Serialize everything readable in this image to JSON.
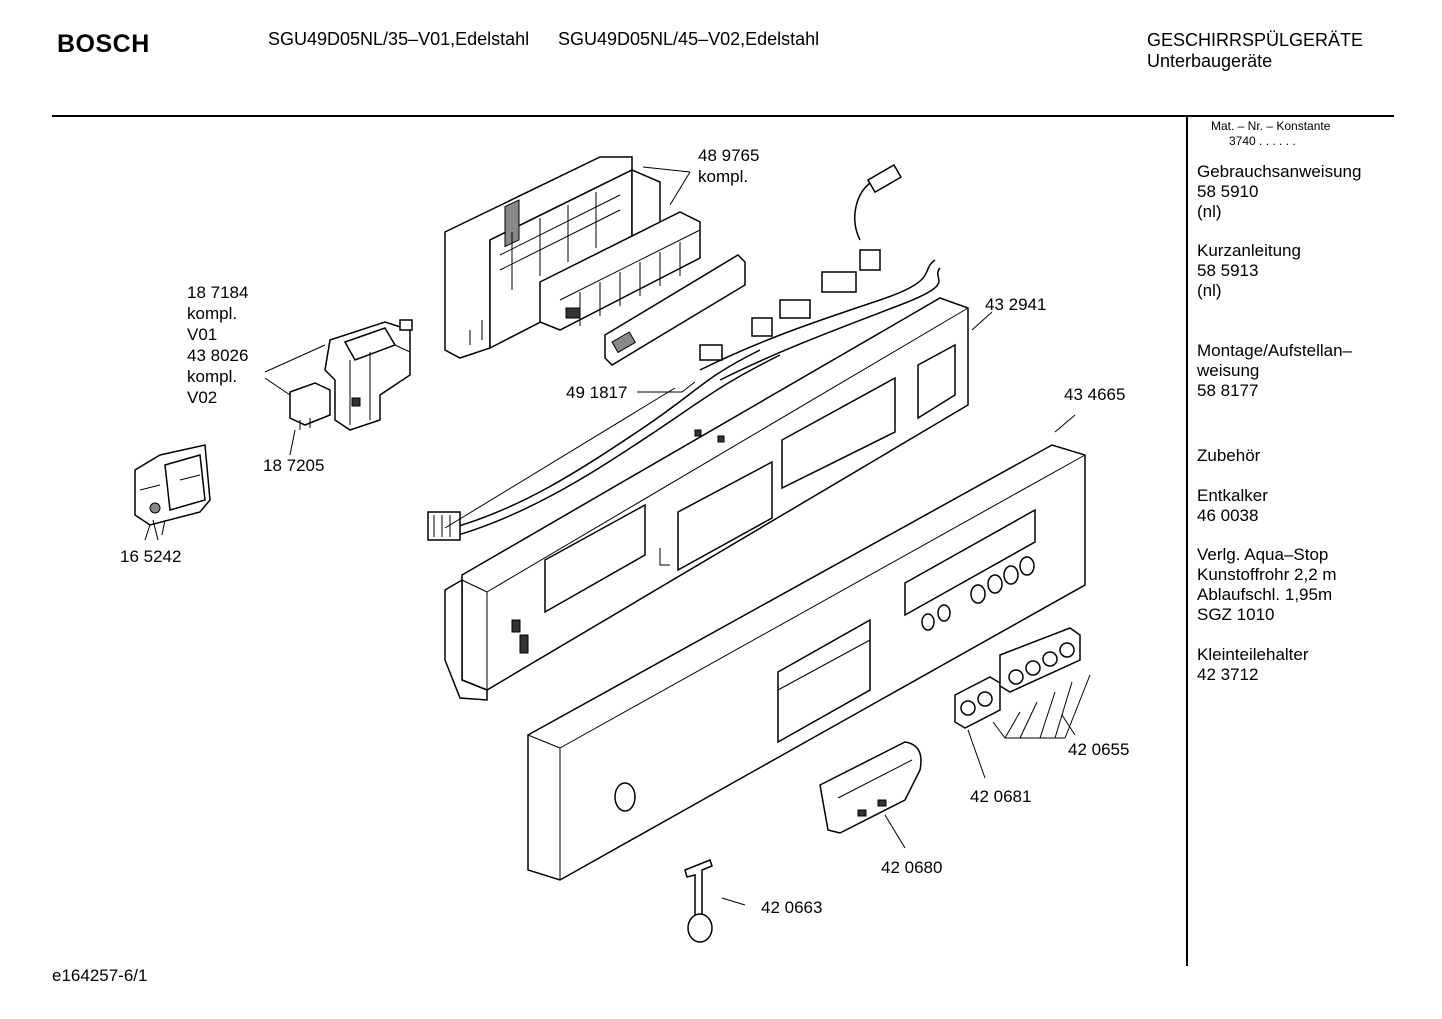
{
  "header": {
    "brand": "BOSCH",
    "model_1": "SGU49D05NL/35–V01,Edelstahl",
    "model_2": "SGU49D05NL/45–V02,Edelstahl",
    "category": "GESCHIRRSPÜLGERÄTE",
    "subcategory": "Unterbaugeräte"
  },
  "sidebar": {
    "mat_header": "Mat. – Nr. – Konstante",
    "mat_value": "3740  .  .  .  .  .  .",
    "groups": [
      {
        "lines": [
          "Gebrauchsanweisung",
          "58 5910",
          "(nl)"
        ]
      },
      {
        "lines": [
          "Kurzanleitung",
          "58 5913",
          "(nl)"
        ]
      },
      {
        "lines": [
          "Montage/Aufstellan–",
          "weisung",
          "58 8177"
        ]
      },
      {
        "lines": [
          "Zubehör"
        ]
      },
      {
        "lines": [
          "Entkalker",
          "46 0038"
        ]
      },
      {
        "lines": [
          "Verlg. Aqua–Stop",
          "Kunstoffrohr 2,2 m",
          "Ablaufschl. 1,95m",
          "SGZ 1010"
        ]
      },
      {
        "lines": [
          "Kleinteilehalter",
          "42 3712"
        ]
      }
    ]
  },
  "parts": {
    "p489765_num": "48 9765",
    "p489765_sub": "kompl.",
    "p187184_lines": [
      "18 7184",
      "kompl.",
      "V01",
      "43 8026",
      "kompl.",
      "V02"
    ],
    "p187205": "18 7205",
    "p165242": "16 5242",
    "p491817": "49 1817",
    "p432941": "43 2941",
    "p434665": "43 4665",
    "p420655": "42 0655",
    "p420681": "42 0681",
    "p420680": "42 0680",
    "p420663": "42 0663"
  },
  "footer": {
    "drawing_id": "e164257-6/1"
  }
}
